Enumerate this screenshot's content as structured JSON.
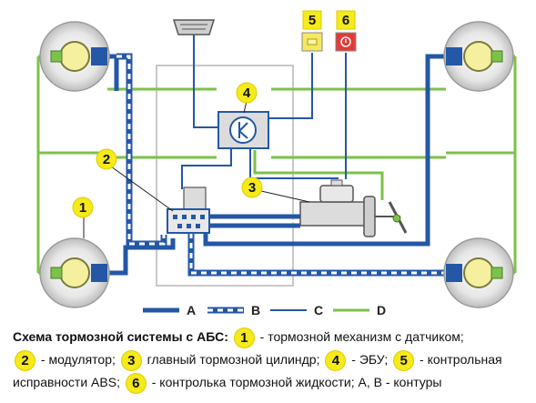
{
  "callouts": [
    "1",
    "2",
    "3",
    "4",
    "5",
    "6"
  ],
  "legend": [
    {
      "letter": "A",
      "style": "solid-blue"
    },
    {
      "letter": "B",
      "style": "dashed-blue-white"
    },
    {
      "letter": "C",
      "style": "thin-blue"
    },
    {
      "letter": "D",
      "style": "green"
    }
  ],
  "colors": {
    "contour_blue": "#2457a6",
    "line_green": "#7cc24a",
    "callout_yellow": "#f5ea1a",
    "indicator_yellow": "#f6e860",
    "indicator_red": "#e23b36",
    "panel_gray": "#dcdcdc"
  },
  "icons": [
    "wheel-brake-icon",
    "wheel-sensor-icon",
    "diagnostic-connector-icon",
    "ecu-icon",
    "abs-lamp-icon",
    "brake-fluid-lamp-icon",
    "modulator-icon",
    "master-cylinder-icon",
    "brake-pedal-icon"
  ],
  "caption": {
    "title": "Схема тормозной системы с АБС:",
    "line1_rest": " - тормозной механизм с датчиком;",
    "line2_a": " - модулятор; ",
    "line2_b": " главный тормозной цилиндр; ",
    "line2_c": " - ЭБУ; ",
    "line2_d": " - контрольная",
    "line3_a": "исправности ABS; ",
    "line3_b": " - контролька тормозной жидкости; А, В - контуры",
    "b1": "1",
    "b2": "2",
    "b3": "3",
    "b4": "4",
    "b5": "5",
    "b6": "6"
  }
}
